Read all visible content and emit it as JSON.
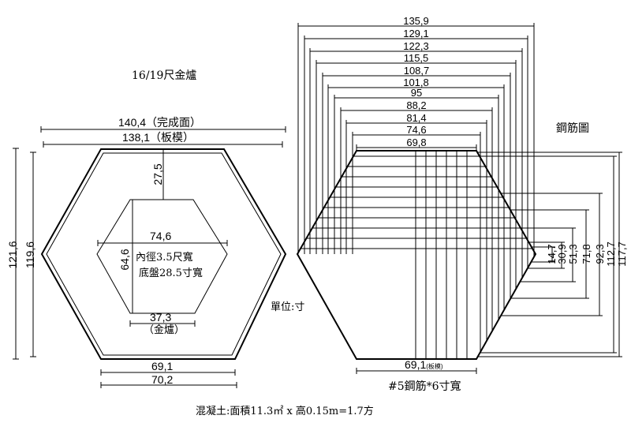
{
  "left": {
    "title": "16/19尺金爐",
    "dim_finished": "140,4（完成面）",
    "dim_formwork": "138,1（板模）",
    "height_outer": "121,6",
    "height_inner": "119,6",
    "dim_top_gap": "27,5",
    "dim_inner_width": "74,6",
    "dim_inner_height": "64,6",
    "inner_note_1": "內徑3.5尺寬",
    "inner_note_2": "底盤28.5寸寬",
    "dim_furnace": "37,3",
    "furnace_label": "（金爐）",
    "dim_bottom_1": "69,1",
    "dim_bottom_2": "70,2"
  },
  "unit_label": "單位:寸",
  "right": {
    "title": "鋼筋圖",
    "top_dims": [
      "135,9",
      "129,1",
      "122,3",
      "115,5",
      "108,7",
      "101,8",
      "95",
      "88,2",
      "81,4",
      "74,6",
      "69,8"
    ],
    "side_dims": [
      "14,7",
      "30,9",
      "51,3",
      "71,8",
      "92,3",
      "112,7",
      "117,7"
    ],
    "bottom_dim": "69,1",
    "bottom_dim_note": "(板模)",
    "rebar_note": "#5鋼筋*6寸寬"
  },
  "concrete_note": "混凝土:面積11.3㎡ x 高0.15m=1.7方"
}
